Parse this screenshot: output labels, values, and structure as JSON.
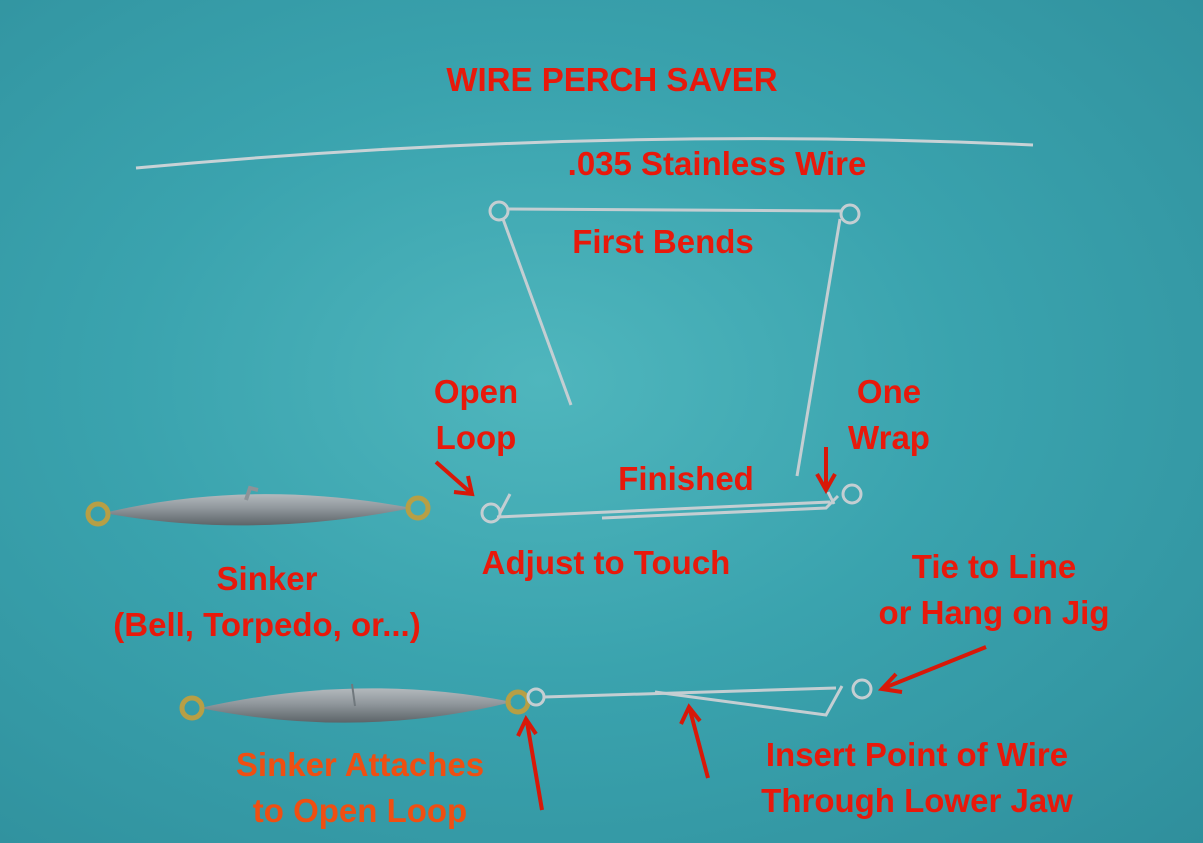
{
  "title": "WIRE PERCH SAVER",
  "colors": {
    "label_red": "#e8190b",
    "label_orange": "#ef4f12",
    "background": "#3aa3ae",
    "wire": "#c8d2d6",
    "sinker": "#8f969b",
    "arrow": "#d81808"
  },
  "labels": {
    "wire": ".035 Stainless Wire",
    "first_bends": "First Bends",
    "open_loop": [
      "Open",
      "Loop"
    ],
    "one_wrap": [
      "One",
      "Wrap"
    ],
    "finished": "Finished",
    "adjust": "Adjust to Touch",
    "sinker": [
      "Sinker",
      "(Bell, Torpedo, or...)"
    ],
    "tie_line": [
      "Tie to Line",
      "or Hang on Jig"
    ],
    "sinker_attaches": [
      "Sinker Attaches",
      "to Open Loop"
    ],
    "insert_point": [
      "Insert Point of Wire",
      "Through Lower Jaw"
    ]
  }
}
